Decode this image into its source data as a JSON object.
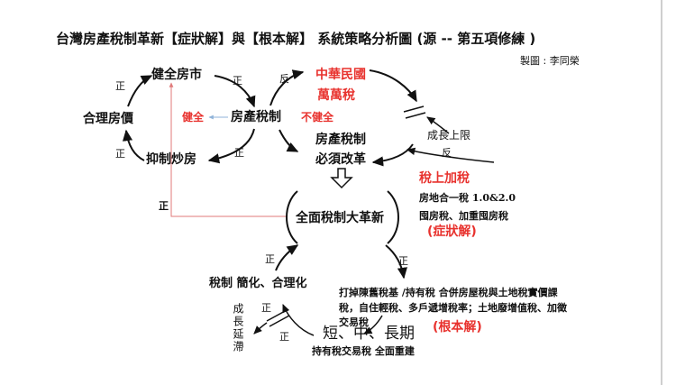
{
  "title": "台灣房產稅制革新【症狀解】與【根本解】 系統策略分析圖 (源 -- 第五項修練 )",
  "credit": "製圖 : 李同榮",
  "nodes": {
    "market": "健全房市",
    "price": "合理房價",
    "curb": "抑制炒房",
    "tax": "房產稅制",
    "healthy": "健全",
    "unhealthy": "不健全",
    "roc_1": "中華民國",
    "roc_2": "萬萬稅",
    "reform_1": "房產稅制",
    "reform_2": "必須改革",
    "limit": "成長上限",
    "raise_tax": "稅上加稅",
    "combine_tax": "房地合一稅  1.0&2.0",
    "hoard_tax": "囤房稅、加重囤房稅",
    "symptom": "(症狀解)",
    "overhaul": "全面稅制大革新",
    "simplify": "稅制 簡化、合理化",
    "root_line1": "打掉陳舊稅基 /持有稅 合併房屋稅與土地稅實價課",
    "root_line2": "稅，自住輕稅、多戶遞增稅率；土地廢增值稅、加徵",
    "root_line3": "交易稅",
    "root": "(根本解)",
    "terms": "短、中、長期",
    "rebuild": "持有稅交易稅 全面重建",
    "delay": "成長延滯"
  },
  "signs": {
    "s1": "正",
    "s2": "正",
    "s3": "正",
    "s4": "正",
    "s5": "反",
    "s6": "反",
    "s7": "正",
    "s8": "正",
    "s9": "正",
    "s10": "正",
    "s11": "正"
  },
  "colors": {
    "accent": "#e8322e",
    "line": "#111111",
    "thin_red": "#e07a7a",
    "thin_blue": "#8fb3d9"
  }
}
